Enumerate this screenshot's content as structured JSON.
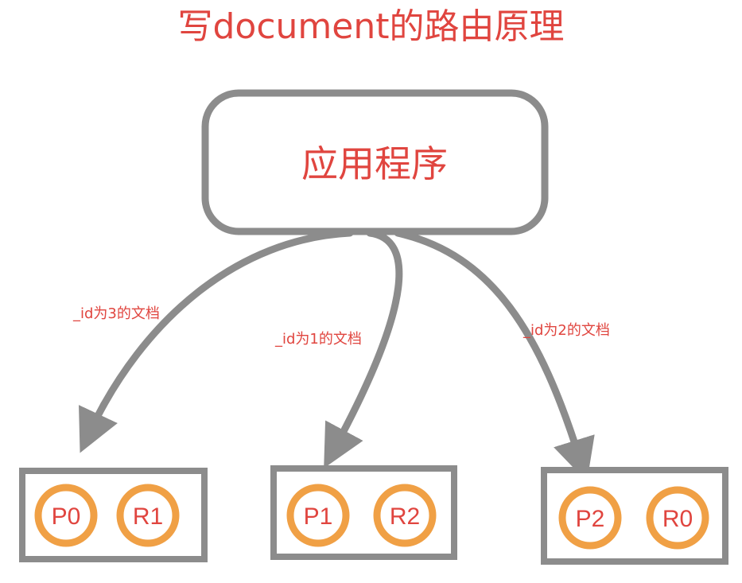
{
  "title": "写document的路由原理",
  "app_node": {
    "label": "应用程序"
  },
  "edges": [
    {
      "label": "_id为3的文档"
    },
    {
      "label": "_id为1的文档"
    },
    {
      "label": "_id为2的文档"
    }
  ],
  "nodes": [
    {
      "shards": [
        "P0",
        "R1"
      ]
    },
    {
      "shards": [
        "P1",
        "R2"
      ]
    },
    {
      "shards": [
        "P2",
        "R0"
      ]
    }
  ],
  "colors": {
    "text": "#e0453f",
    "stroke": "#8c8c8c",
    "shard_ring": "#f0a045"
  }
}
